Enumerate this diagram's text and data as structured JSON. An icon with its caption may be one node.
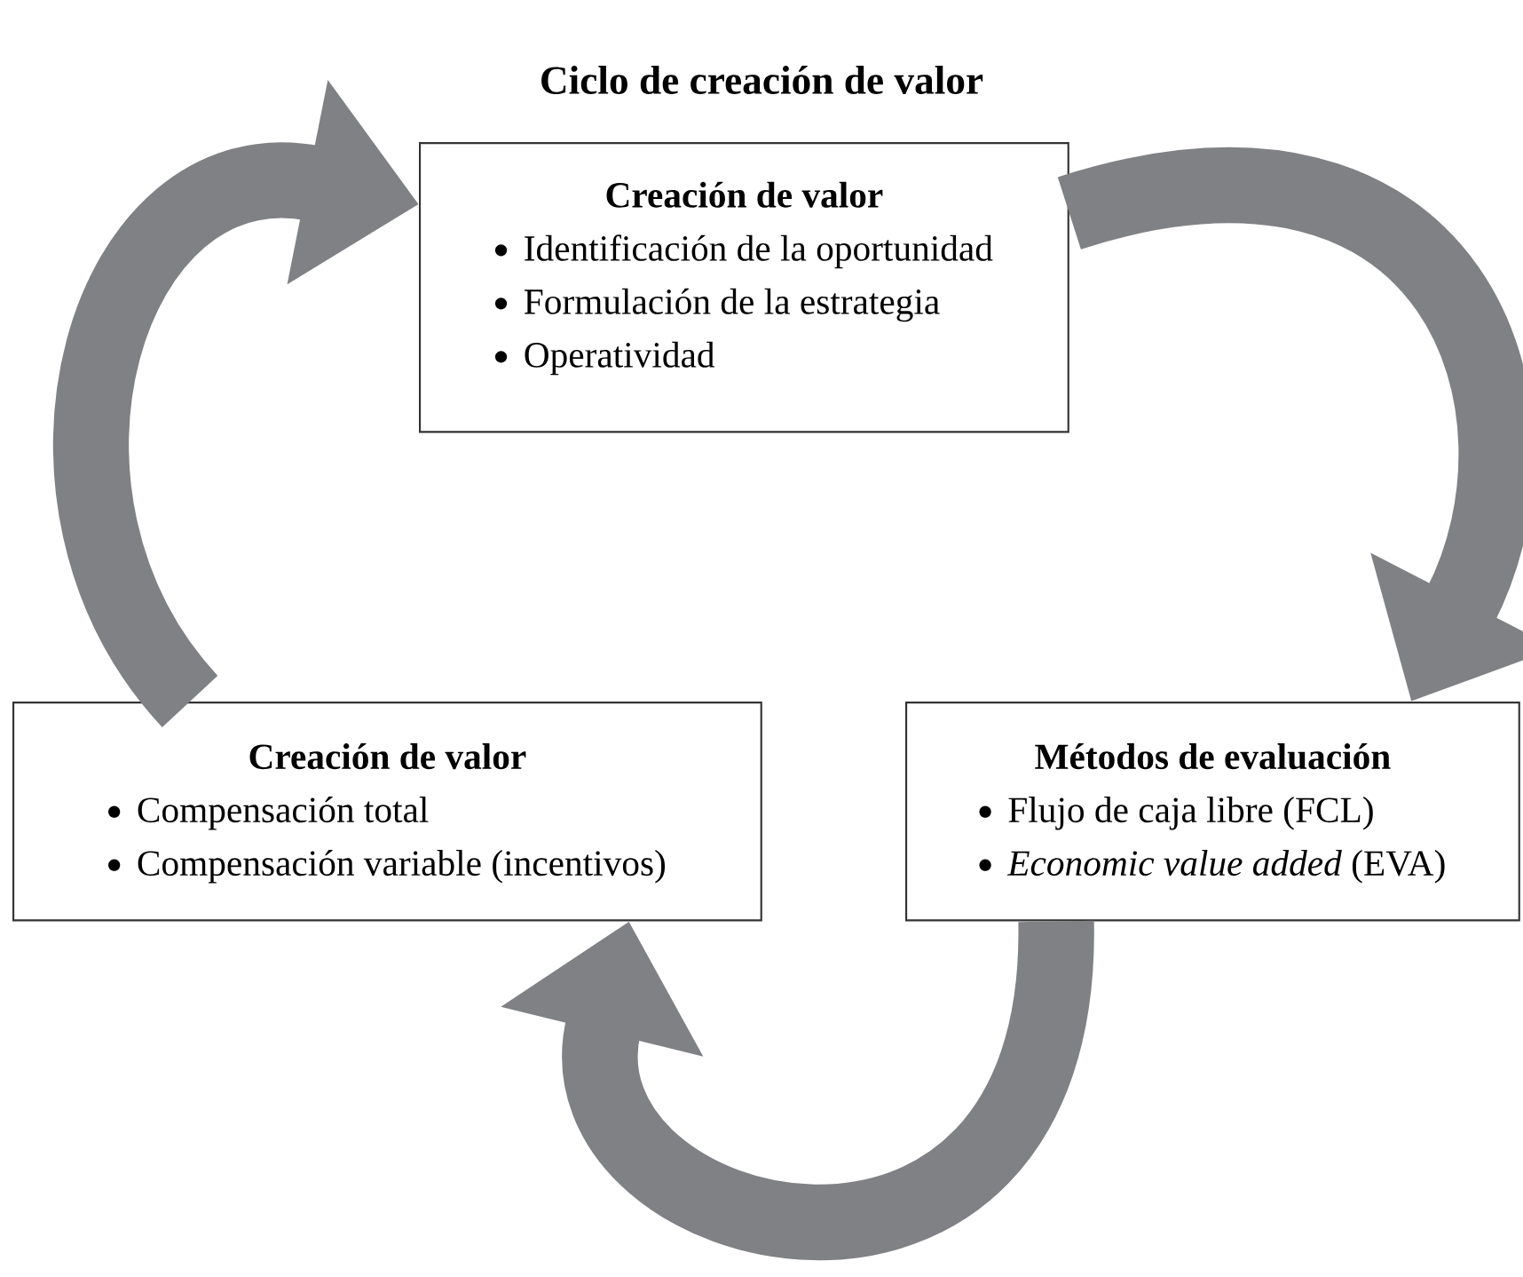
{
  "diagram": {
    "title": "Ciclo de creación de valor",
    "nodes": [
      {
        "text": [
          "Creación de valor",
          "Identificación de la oportunidad",
          "Formulación de la estrategia",
          "Operatividad"
        ]
      },
      {
        "text": [
          "Creación de valor",
          "Compensación total",
          "Compensación variable (incentivos)"
        ]
      },
      {
        "text": [
          "Métodos de evaluación",
          "Flujo de caja libre (FCL)",
          "*Economic value added* (EVA)"
        ]
      }
    ],
    "edges": [
      {
        "from": 1,
        "to": 0,
        "arrow": "to"
      },
      {
        "from": 0,
        "to": 2,
        "arrow": "to"
      },
      {
        "from": 2,
        "to": 1,
        "arrow": "to"
      }
    ]
  }
}
